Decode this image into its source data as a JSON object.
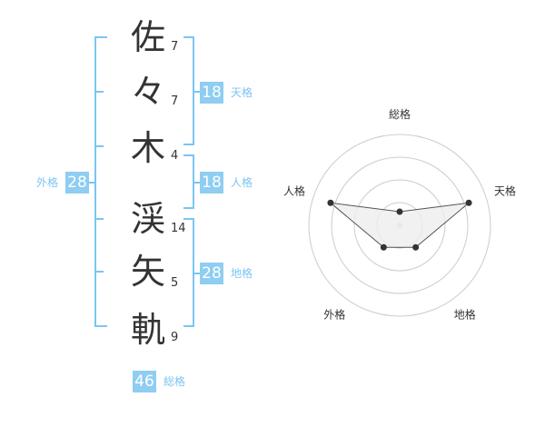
{
  "name": {
    "characters": [
      {
        "char": "佐",
        "strokes": "7"
      },
      {
        "char": "々",
        "strokes": "7"
      },
      {
        "char": "木",
        "strokes": "4"
      },
      {
        "char": "渓",
        "strokes": "14"
      },
      {
        "char": "矢",
        "strokes": "5"
      },
      {
        "char": "軌",
        "strokes": "9"
      }
    ]
  },
  "fortune": {
    "tenkaku": {
      "value": "18",
      "label": "天格"
    },
    "jinkaku": {
      "value": "18",
      "label": "人格"
    },
    "chikaku": {
      "value": "28",
      "label": "地格"
    },
    "gaikaku": {
      "value": "28",
      "label": "外格"
    },
    "soukaku": {
      "value": "46",
      "label": "総格"
    }
  },
  "chart_data": {
    "type": "radar",
    "axes": [
      "総格",
      "天格",
      "地格",
      "外格",
      "人格"
    ],
    "values": [
      0.15,
      0.8,
      0.3,
      0.3,
      0.8
    ],
    "rings": 4,
    "colors": {
      "fill": "#eeeeee",
      "line": "#555555",
      "grid": "#cccccc",
      "point": "#333333"
    }
  },
  "colors": {
    "accent": "#8fcdf2",
    "bracket": "#7cc5f2",
    "text": "#333333"
  }
}
